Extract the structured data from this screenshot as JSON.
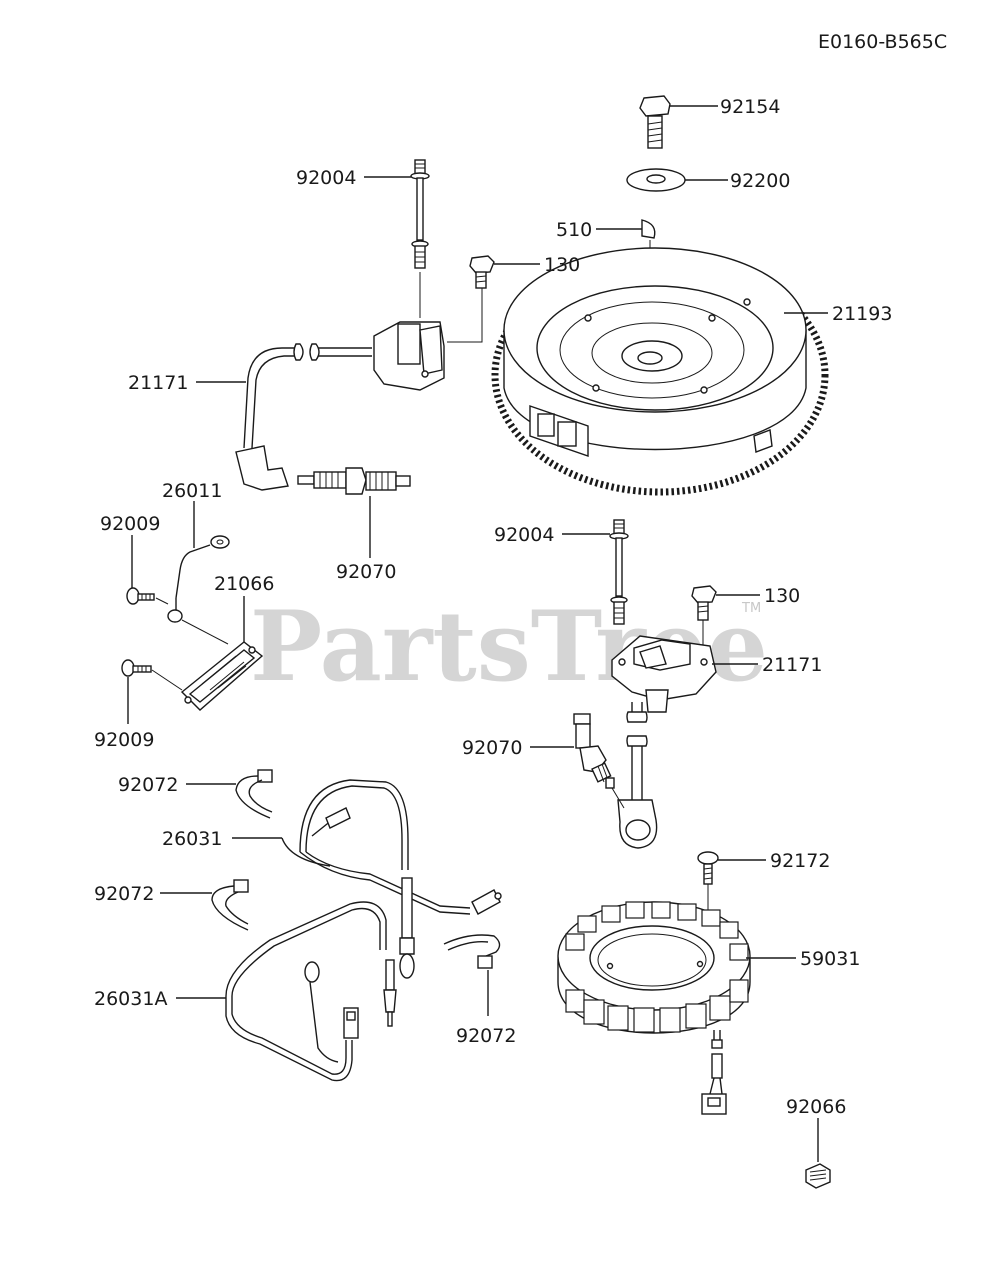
{
  "diagram_code": "E0160-B565C",
  "watermark": {
    "text": "PartsTree",
    "tm": "TM"
  },
  "labels": {
    "p92154": "92154",
    "p92200": "92200",
    "p510": "510",
    "p130_top": "130",
    "p21193": "21193",
    "p92004_top": "92004",
    "p21171_left": "21171",
    "p26011": "26011",
    "p92009_top": "92009",
    "p21066": "21066",
    "p92070_left": "92070",
    "p92009_bottom": "92009",
    "p92004_mid": "92004",
    "p130_mid": "130",
    "p21171_right": "21171",
    "p92070_right": "92070",
    "p92072_top": "92072",
    "p26031": "26031",
    "p92072_mid": "92072",
    "p26031A": "26031A",
    "p92072_bottom": "92072",
    "p92172": "92172",
    "p59031": "59031",
    "p92066": "92066"
  }
}
